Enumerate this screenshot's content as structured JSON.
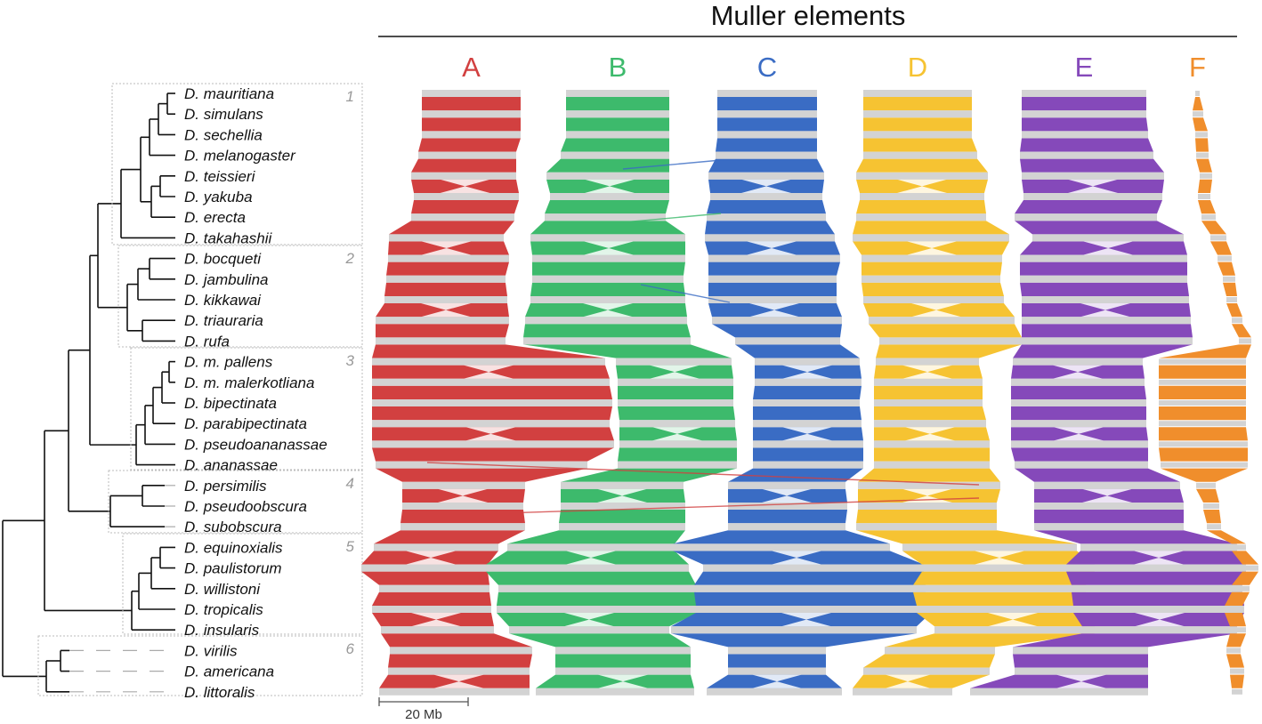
{
  "title": "Muller elements",
  "scale_label": "20 Mb",
  "bar_color": "#d3d3d3",
  "elements": [
    {
      "label": "A",
      "color": "#d24040"
    },
    {
      "label": "B",
      "color": "#3dba6c"
    },
    {
      "label": "C",
      "color": "#3a6cc4"
    },
    {
      "label": "D",
      "color": "#f6c332"
    },
    {
      "label": "E",
      "color": "#8549ba"
    },
    {
      "label": "F",
      "color": "#f08e2c"
    }
  ],
  "species": [
    "D. mauritiana",
    "D. simulans",
    "D. sechellia",
    "D. melanogaster",
    "D. teissieri",
    "D. yakuba",
    "D. erecta",
    "D. takahashii",
    "D. bocqueti",
    "D. jambulina",
    "D. kikkawai",
    "D. triauraria",
    "D. rufa",
    "D. m. pallens",
    "D. m. malerkotliana",
    "D. bipectinata",
    "D. parabipectinata",
    "D. pseudoananassae",
    "D. ananassae",
    "D. persimilis",
    "D. pseudoobscura",
    "D. subobscura",
    "D. equinoxialis",
    "D. paulistorum",
    "D. willistoni",
    "D. tropicalis",
    "D. insularis",
    "D. virilis",
    "D. americana",
    "D. littoralis"
  ],
  "groups": [
    "1",
    "2",
    "3",
    "4",
    "5",
    "6"
  ]
}
